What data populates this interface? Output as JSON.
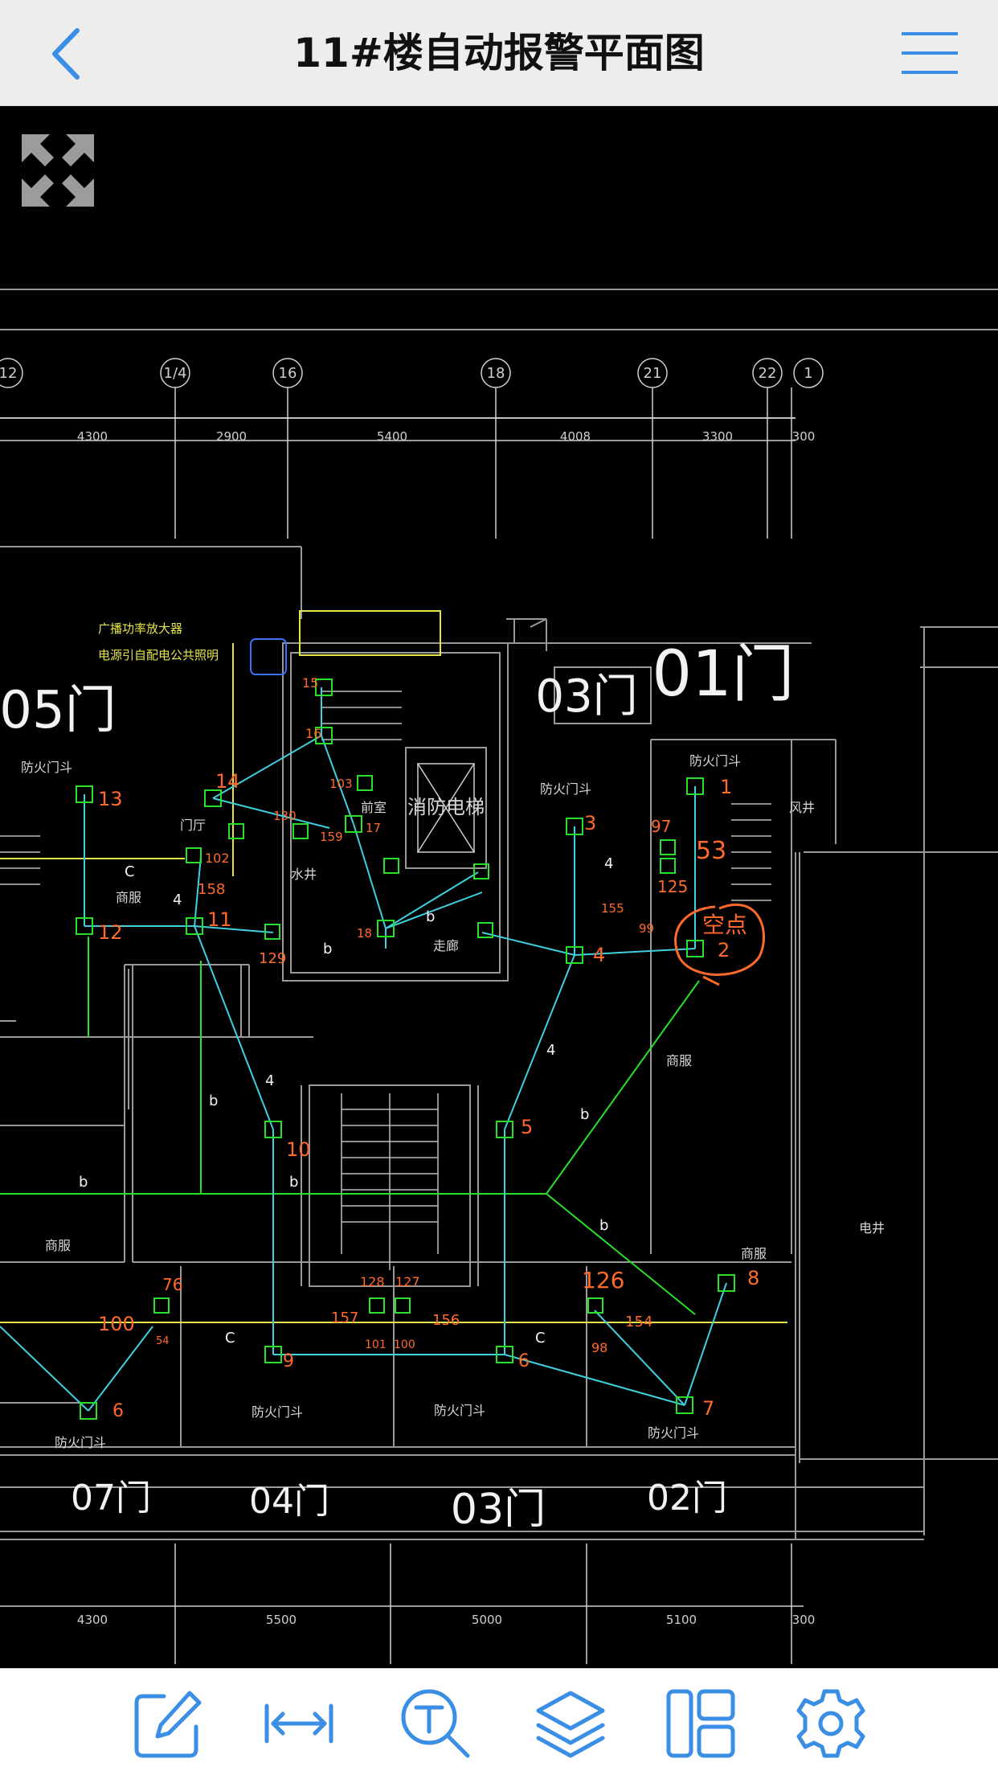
{
  "header": {
    "title": "11#楼自动报警平面图",
    "back_icon": "chevron-left-icon",
    "menu_icon": "hamburger-menu-icon",
    "accent_color": "#3a8ee6"
  },
  "viewer": {
    "fullscreen_icon": "expand-arrows-icon",
    "axis_labels_top": [
      "12",
      "1/4",
      "16",
      "18",
      "21",
      "22",
      "1"
    ],
    "dimensions_top": [
      "4300",
      "2900",
      "5400",
      "4008",
      "3300",
      "300"
    ],
    "dimensions_bottom": [
      "4300",
      "5500",
      "5000",
      "5100",
      "300"
    ],
    "door_labels": [
      "05门",
      "03门",
      "01门",
      "07门",
      "04门",
      "03门",
      "02门"
    ],
    "room_labels": [
      "消防电梯",
      "防火门斗",
      "防火门斗",
      "防火门斗",
      "防火门斗",
      "防火门斗",
      "防火门斗",
      "防火门斗",
      "走廊",
      "前室",
      "门厅",
      "商服",
      "商服",
      "商服",
      "商服",
      "风井",
      "水井",
      "电井"
    ],
    "legend_lines": [
      "广播功率放大器",
      "电源引自配电公共照明"
    ],
    "annotation_text": "空点",
    "device_numbers": [
      "15",
      "16",
      "14",
      "13",
      "12",
      "11",
      "10",
      "103",
      "130",
      "159",
      "17",
      "102",
      "158",
      "18",
      "129",
      "3",
      "4",
      "5",
      "1",
      "53",
      "2",
      "97",
      "125",
      "155",
      "99",
      "76",
      "100",
      "54",
      "6",
      "9",
      "157",
      "128",
      "127",
      "156",
      "101",
      "100",
      "6",
      "126",
      "154",
      "98",
      "7",
      "8"
    ],
    "wire_labels": [
      "4",
      "b",
      "C"
    ],
    "colors": {
      "cyan": "#3fd0e0",
      "green": "#27e02a",
      "orange": "#ff6a2c",
      "yellow": "#e5e54a",
      "white": "#f2f2f2",
      "gray": "#8a8a8a",
      "blue": "#3a6fff"
    }
  },
  "toolbar": {
    "items": [
      {
        "name": "annotate",
        "icon": "edit-pencil-icon"
      },
      {
        "name": "measure",
        "icon": "measure-distance-icon"
      },
      {
        "name": "text-search",
        "icon": "text-search-icon"
      },
      {
        "name": "layers",
        "icon": "layers-icon"
      },
      {
        "name": "layout",
        "icon": "layout-panel-icon"
      },
      {
        "name": "settings",
        "icon": "gear-icon"
      }
    ]
  }
}
